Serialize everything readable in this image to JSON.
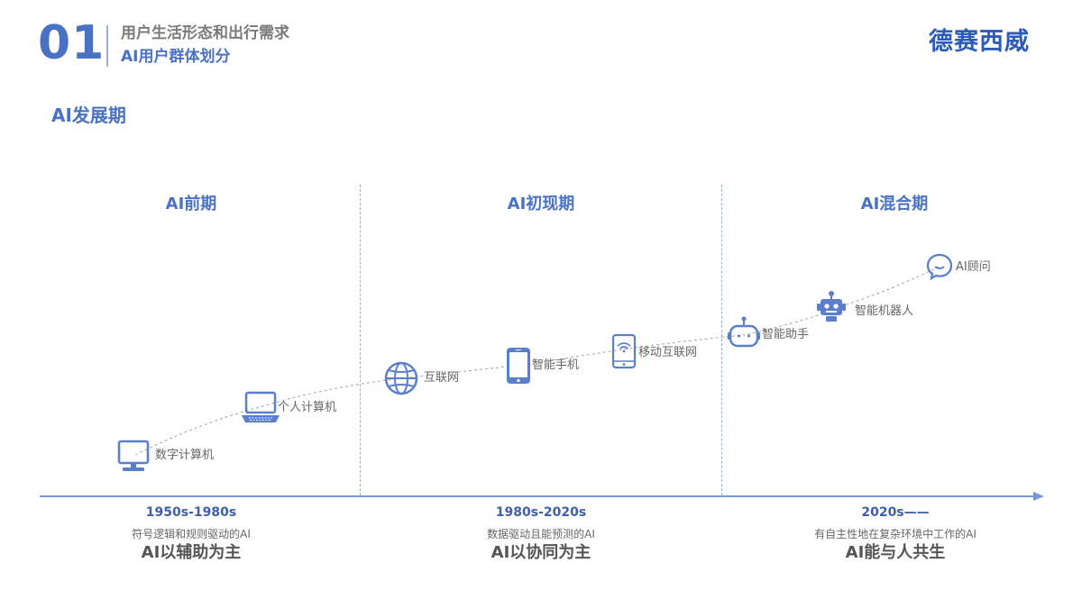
{
  "header": {
    "section_number": "01",
    "section_title": "用户生活形态和出行需求",
    "section_subtitle": "AI用户群体划分",
    "brand": "德赛西威"
  },
  "page_title": "AI发展期",
  "periods": [
    {
      "title": "AI前期",
      "range": "1950s-1980s",
      "description": "符号逻辑和规则驱动的AI",
      "slogan": "AI以辅助为主"
    },
    {
      "title": "AI初现期",
      "range": "1980s-2020s",
      "description": "数据驱动且能预测的AI",
      "slogan": "AI以协同为主"
    },
    {
      "title": "AI混合期",
      "range": "2020s——",
      "description": "有自主性地在复杂环境中工作的AI",
      "slogan": "AI能与人共生"
    }
  ],
  "milestones": [
    {
      "label": "数字计算机",
      "icon": "desktop-monitor-icon"
    },
    {
      "label": "个人计算机",
      "icon": "laptop-icon"
    },
    {
      "label": "互联网",
      "icon": "globe-icon"
    },
    {
      "label": "智能手机",
      "icon": "smartphone-icon"
    },
    {
      "label": "移动互联网",
      "icon": "tablet-wifi-icon"
    },
    {
      "label": "智能助手",
      "icon": "assistant-robot-icon"
    },
    {
      "label": "智能机器人",
      "icon": "robot-icon"
    },
    {
      "label": "AI顾问",
      "icon": "chat-bubble-icon"
    }
  ],
  "colors": {
    "accent": "#4a72c4",
    "brand": "#2d5cb8",
    "axis": "#7b98d6",
    "icon": "#5b7fcc"
  }
}
